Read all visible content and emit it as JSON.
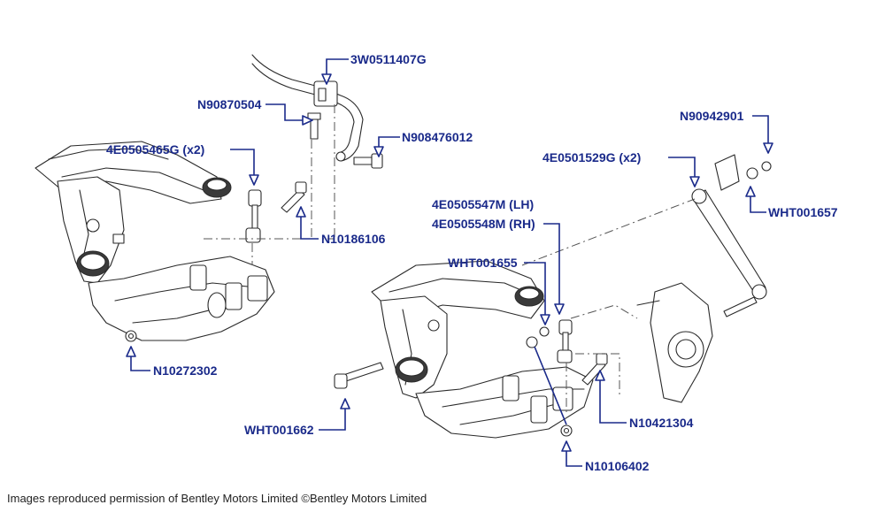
{
  "parts": [
    {
      "id": "bar-clamp",
      "number": "3W0511407G"
    },
    {
      "id": "bar-bolt",
      "number": "N90870504"
    },
    {
      "id": "bar-bolt-2",
      "number": "N908476012"
    },
    {
      "id": "rear-link",
      "number": "4E0505465G (x2)"
    },
    {
      "id": "rear-link-bolt",
      "number": "N10186106"
    },
    {
      "id": "front-link",
      "number": "4E0501529G (x2)"
    },
    {
      "id": "nut-top",
      "number": "N90942901"
    },
    {
      "id": "washer-top",
      "number": "WHT001657"
    },
    {
      "id": "drop-link-lh",
      "number": "4E0505547M (LH)"
    },
    {
      "id": "drop-link-rh",
      "number": "4E0505548M (RH)"
    },
    {
      "id": "washer-mid",
      "number": "WHT001655"
    },
    {
      "id": "nut-left",
      "number": "N10272302"
    },
    {
      "id": "bolt-long",
      "number": "WHT001662"
    },
    {
      "id": "bolt-right",
      "number": "N10421304"
    },
    {
      "id": "nut-bottom",
      "number": "N10106402"
    }
  ],
  "footer": "Images reproduced permission of Bentley Motors Limited ©Bentley Motors Limited"
}
